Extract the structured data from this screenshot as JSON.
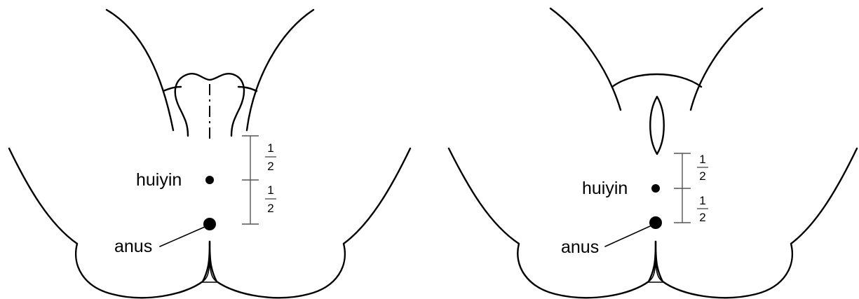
{
  "panels": [
    {
      "id": "male",
      "point_label": "huiyin",
      "landmark_label": "anus",
      "scale_upper": {
        "numerator": "1",
        "denominator": "2"
      },
      "scale_lower": {
        "numerator": "1",
        "denominator": "2"
      }
    },
    {
      "id": "female",
      "point_label": "huiyin",
      "landmark_label": "anus",
      "scale_upper": {
        "numerator": "1",
        "denominator": "2"
      },
      "scale_lower": {
        "numerator": "1",
        "denominator": "2"
      }
    }
  ],
  "colors": {
    "line": "#000000",
    "scale": "#555555",
    "background": "#ffffff"
  }
}
